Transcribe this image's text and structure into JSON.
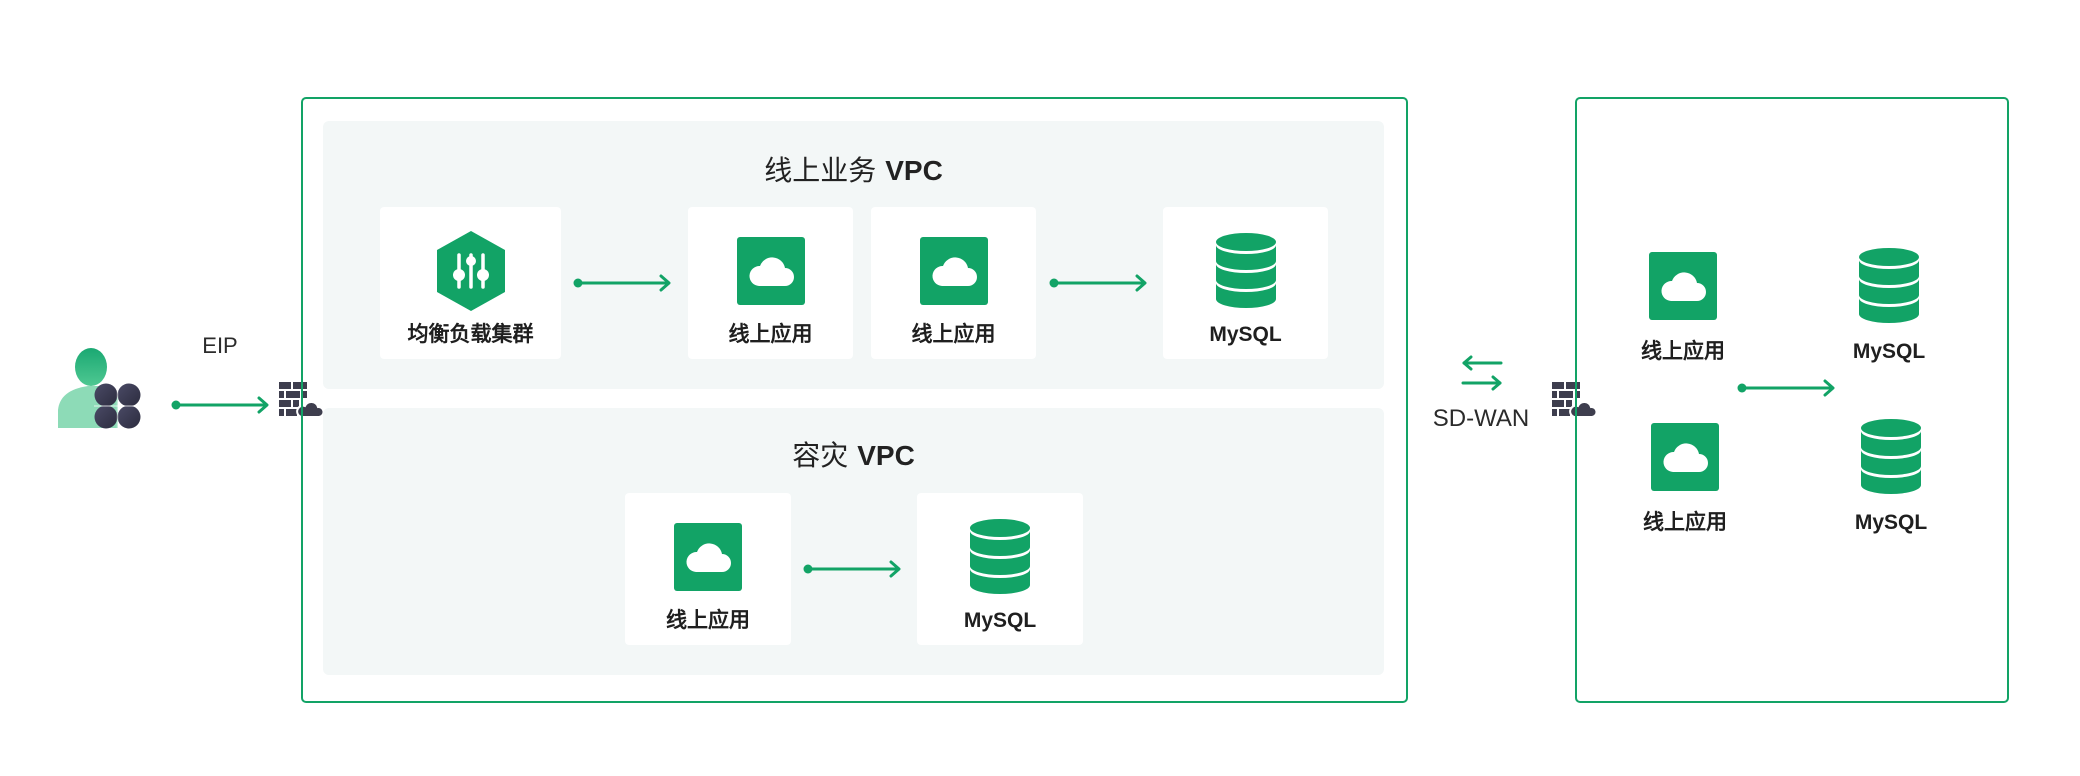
{
  "user": {
    "icon": "user-icon"
  },
  "eip": {
    "label": "EIP"
  },
  "firewall": {
    "icon": "firewall-icon"
  },
  "main_box": {
    "online_vpc": {
      "title": "线上业务",
      "title_suffix": "VPC",
      "nodes": [
        {
          "label": "均衡负载集群",
          "icon": "load-balancer-icon"
        },
        {
          "label": "线上应用",
          "icon": "cloud-app-icon"
        },
        {
          "label": "线上应用",
          "icon": "cloud-app-icon"
        },
        {
          "label": "MySQL",
          "icon": "database-icon"
        }
      ]
    },
    "dr_vpc": {
      "title": "容灾",
      "title_suffix": "VPC",
      "nodes": [
        {
          "label": "线上应用",
          "icon": "cloud-app-icon"
        },
        {
          "label": "MySQL",
          "icon": "database-icon"
        }
      ]
    }
  },
  "link": {
    "label": "SD-WAN",
    "icon": "swap-arrows-icon"
  },
  "remote": {
    "nodes": [
      {
        "label": "线上应用",
        "icon": "cloud-app-icon"
      },
      {
        "label": "MySQL",
        "icon": "database-icon"
      },
      {
        "label": "线上应用",
        "icon": "cloud-app-icon"
      },
      {
        "label": "MySQL",
        "icon": "database-icon"
      }
    ]
  },
  "colors": {
    "accent": "#12a366",
    "panel": "#f3f7f7",
    "firewall": "#3e3e4e",
    "text": "#1f1f1f"
  }
}
